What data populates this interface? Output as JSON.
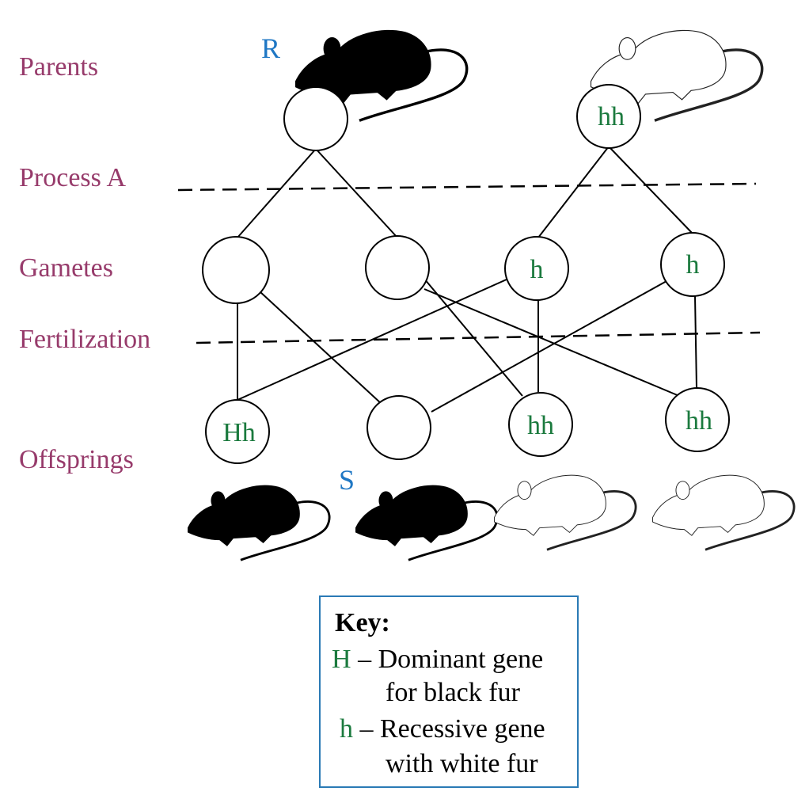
{
  "rows": {
    "parents": "Parents",
    "process_a": "Process A",
    "gametes": "Gametes",
    "fertilization": "Fertilization",
    "offsprings": "Offsprings"
  },
  "markers": {
    "r": "R",
    "s": "S"
  },
  "circles": {
    "parent_left": "",
    "parent_right": "hh",
    "gamete_1": "",
    "gamete_2": "",
    "gamete_3": "h",
    "gamete_4": "h",
    "offspring_1": "Hh",
    "offspring_2": "",
    "offspring_3": "hh",
    "offspring_4": "hh"
  },
  "key": {
    "title": "Key:",
    "dominant_letter": "H",
    "dominant_text_1": "– Dominant gene",
    "dominant_text_2": "for black fur",
    "recessive_letter": "h",
    "recessive_text_1": "– Recessive gene",
    "recessive_text_2": "with white fur"
  },
  "colors": {
    "row_label": "#973b6b",
    "marker": "#1f77c4",
    "genotype": "#1b7a3e",
    "key_border": "#2a7ab5"
  },
  "icons": {
    "parent_black": "black-mouse-icon",
    "parent_white": "white-mouse-icon",
    "offspring_1": "black-mouse-icon",
    "offspring_2": "black-mouse-icon",
    "offspring_3": "white-mouse-icon",
    "offspring_4": "white-mouse-icon"
  }
}
